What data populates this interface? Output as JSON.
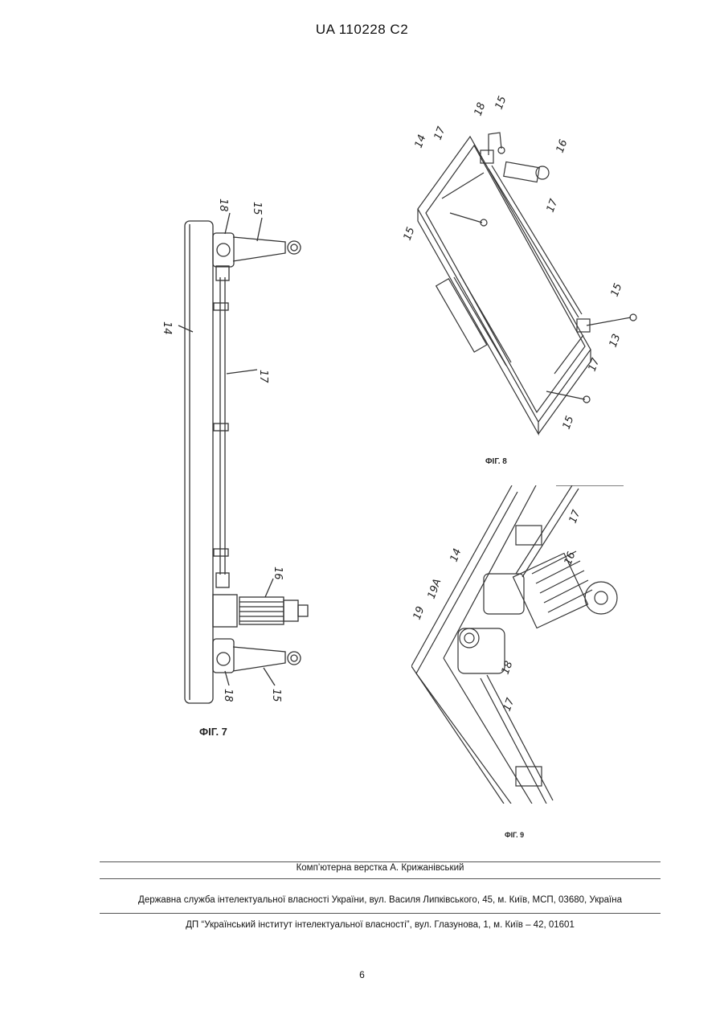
{
  "header": {
    "doc_number": "UA   110228   C2"
  },
  "figures": {
    "fig7": {
      "caption": "ФІГ. 7",
      "labels": {
        "l14": "14",
        "l15a": "15",
        "l15b": "15",
        "l16": "16",
        "l17": "17",
        "l18a": "18",
        "l18b": "18"
      }
    },
    "fig8": {
      "caption": "ФІГ. 8",
      "labels": {
        "l14": "14",
        "l15a": "15",
        "l15b": "15",
        "l15c": "15",
        "l15d": "15",
        "l16": "16",
        "l17a": "17",
        "l17b": "17",
        "l17c": "17",
        "l18": "18",
        "l13": "13"
      }
    },
    "fig9": {
      "caption": "ФІГ. 9",
      "labels": {
        "l14": "14",
        "l16": "16",
        "l17a": "17",
        "l17b": "17",
        "l18": "18",
        "l19": "19",
        "l19a": "19A"
      }
    }
  },
  "footer": {
    "layout_credit": "Комп’ютерна верстка А. Крижанівський",
    "agency": "Державна служба інтелектуальної власності України, вул. Василя Липківського, 45, м. Київ, МСП, 03680, Україна",
    "institute": "ДП “Український інститут інтелектуальної власності”, вул. Глазунова, 1, м. Київ – 42, 01601",
    "page_number": "6"
  }
}
